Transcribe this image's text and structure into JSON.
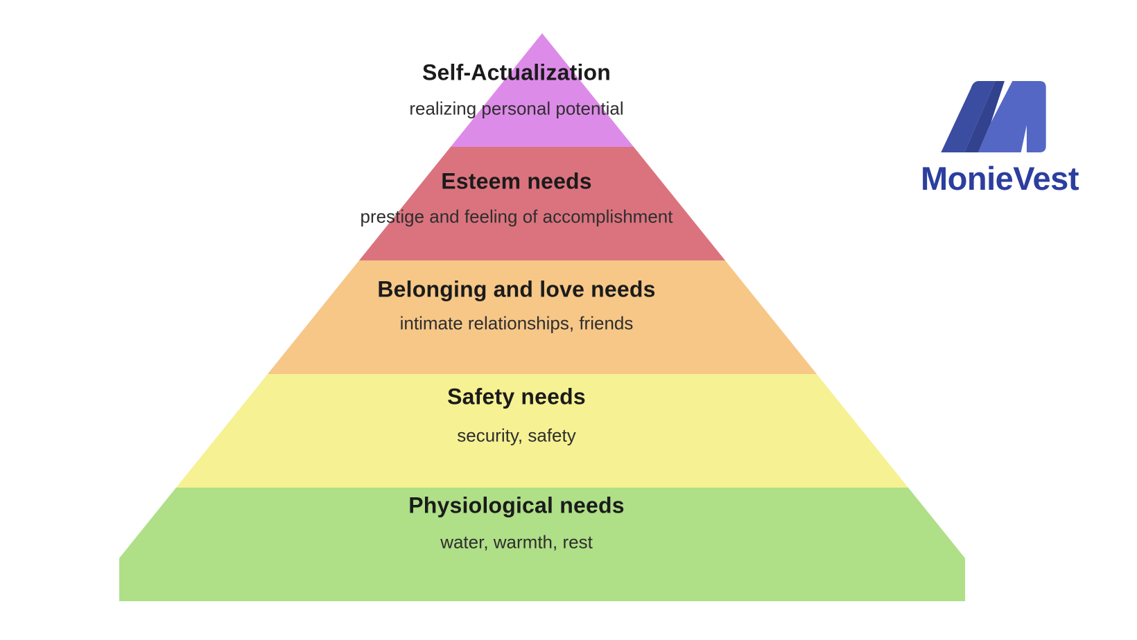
{
  "page": {
    "background_color": "#ffffff",
    "description": "Maslow hierarchy of needs pyramid diagram"
  },
  "pyramid": {
    "levels": [
      {
        "rank": 1,
        "title": "Self-Actualization",
        "subtitle": "realizing personal potential",
        "color": "#dd8be8"
      },
      {
        "rank": 2,
        "title": "Esteem needs",
        "subtitle": "prestige and feeling of accomplishment",
        "color": "#db737e"
      },
      {
        "rank": 3,
        "title": "Belonging and love needs",
        "subtitle": "intimate relationships, friends",
        "color": "#f6c787"
      },
      {
        "rank": 4,
        "title": "Safety needs",
        "subtitle": "security, safety",
        "color": "#f6f193"
      },
      {
        "rank": 5,
        "title": "Physiological needs",
        "subtitle": "water, warmth, rest",
        "color": "#afdf87"
      }
    ],
    "title_color": "#1b1b1b",
    "subtitle_color": "#2e2e2e"
  },
  "logo": {
    "text": "MonieVest",
    "text_color": "#2c3e9e",
    "icon": "monievest-m-icon",
    "icon_colors": {
      "dark": "#3a4da1",
      "shade": "#32428f",
      "light": "#5567c5"
    }
  }
}
